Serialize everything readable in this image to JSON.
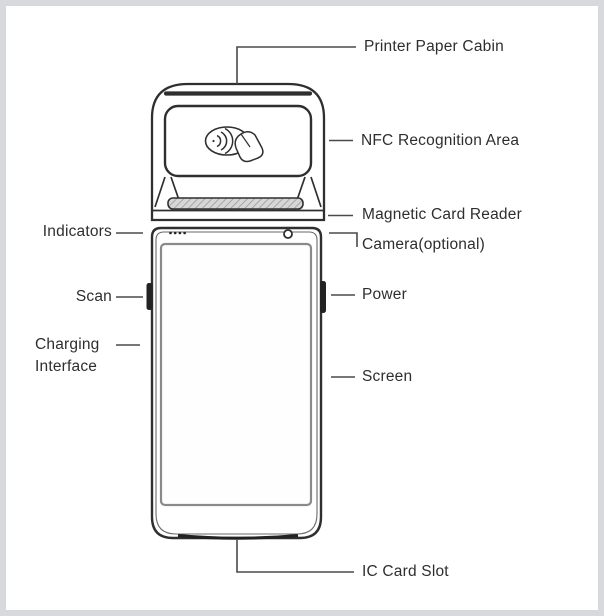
{
  "device": {
    "illustration": "handheld-pos-terminal-line-drawing",
    "callouts": {
      "printer_paper_cabin": "Printer Paper Cabin",
      "nfc_recognition_area": "NFC Recognition Area",
      "magnetic_card_reader": "Magnetic Card Reader",
      "camera_optional": "Camera(optional)",
      "power": "Power",
      "screen": "Screen",
      "ic_card_slot": "IC Card Slot",
      "indicators": "Indicators",
      "scan": "Scan",
      "charging_interface": "Charging Interface"
    },
    "icons": {
      "nfc_contactless_icon": "contactless-tap-symbol"
    },
    "colors": {
      "outline": "#2f2f2f",
      "leader_line": "#4a4a4a",
      "label_text": "#2e2e2e",
      "frame_border": "#d8d9dc",
      "screen_border": "#8a8a8a",
      "tear_bar_fill": "#d6d6d6",
      "background": "#ffffff"
    }
  }
}
